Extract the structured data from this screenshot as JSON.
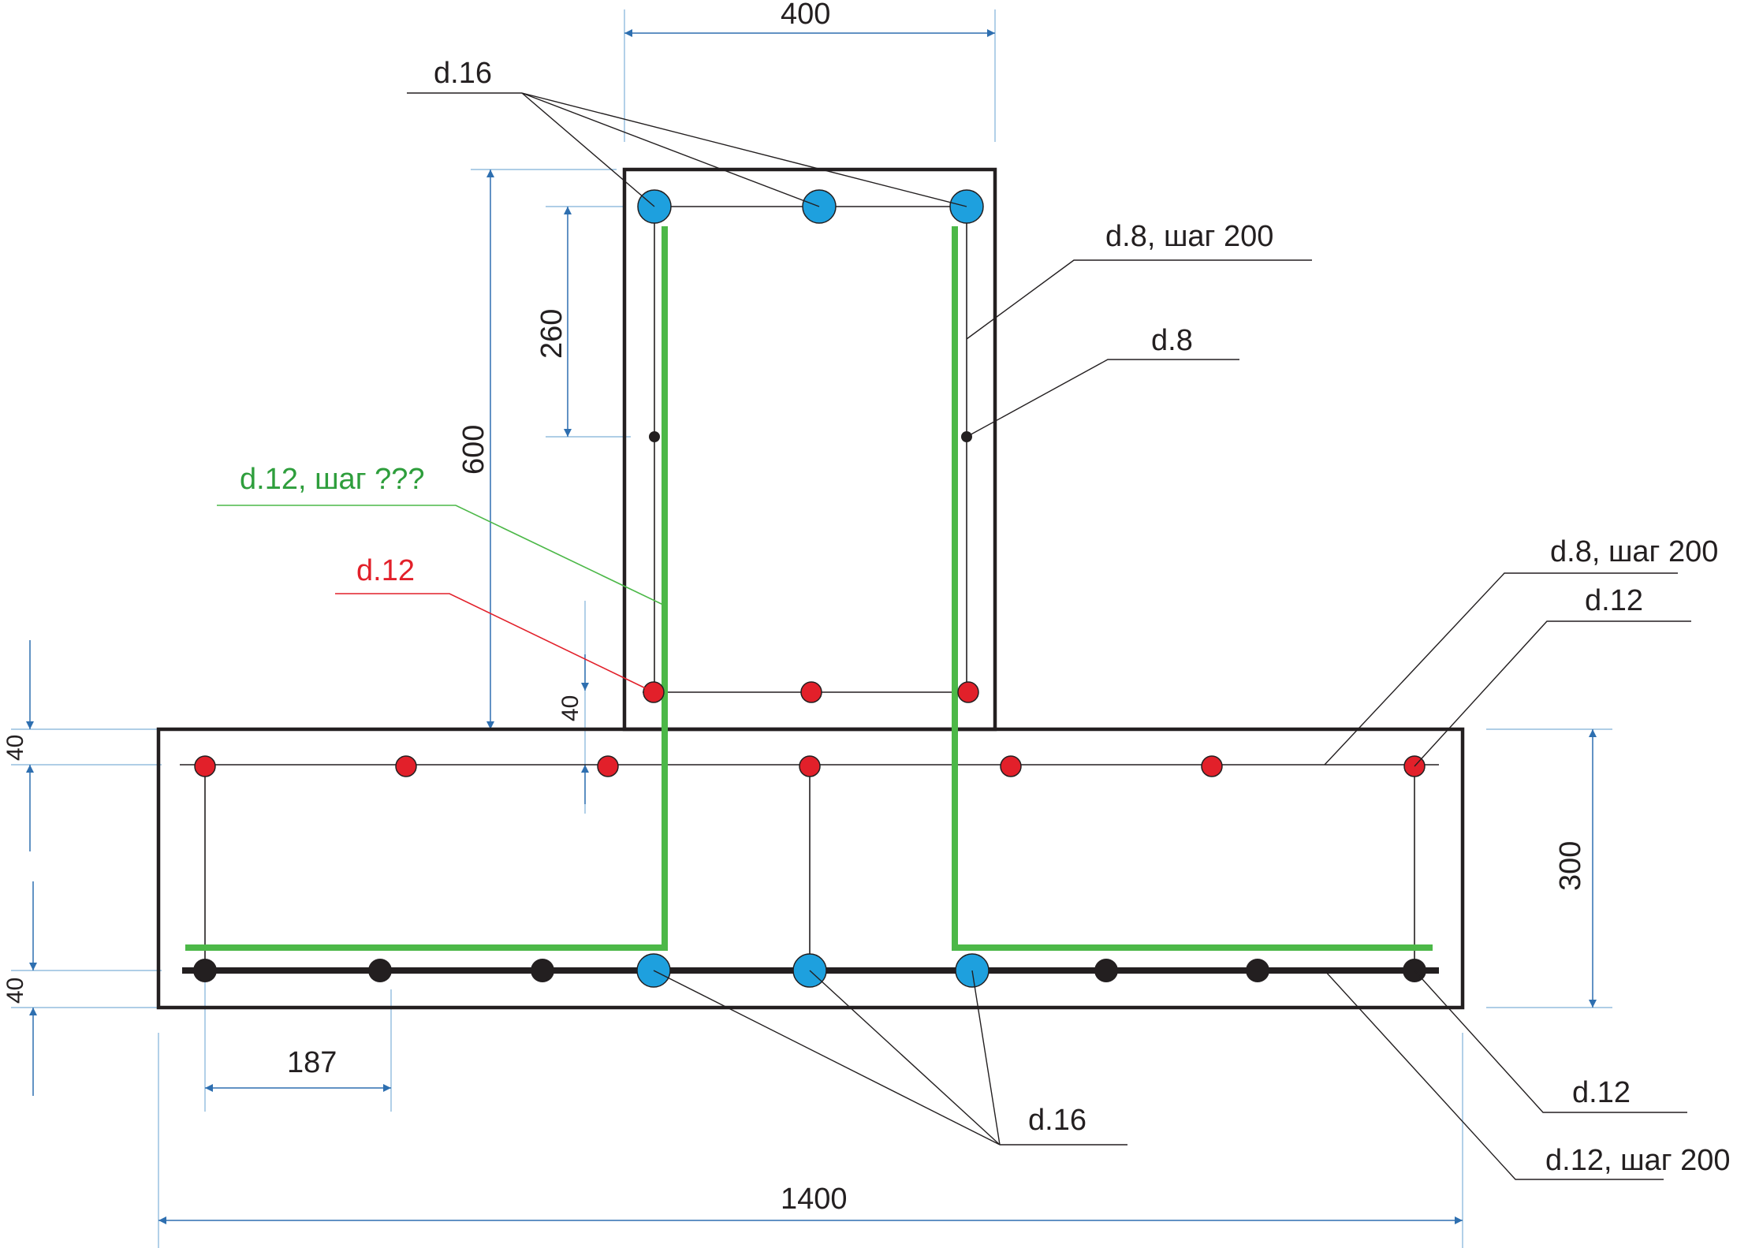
{
  "dimensions": {
    "column_width": "400",
    "column_height": "600",
    "stirrup_offset": "260",
    "base_width": "1400",
    "base_height": "300",
    "bar_spacing": "187",
    "cover_top": "40",
    "cover_bottom": "40",
    "cover_column": "40"
  },
  "callouts": {
    "top_bars": "d.16",
    "column_stirrup": "d.8, шаг 200",
    "column_side_bar": "d.8",
    "green_bar": "d.12, шаг ???",
    "column_bottom_bars": "d.12",
    "base_stirrup": "d.8, шаг 200",
    "base_top_bars": "d.12",
    "bottom_large_bars": "d.16",
    "bottom_small_bars": "d.12",
    "bottom_distribution": "d.12, шаг 200"
  },
  "colors": {
    "outline": "#231f20",
    "dimension": "#2e6fb0",
    "extension": "#7fb0d8",
    "green_rebar": "#4cb848",
    "red_rebar": "#e2202a",
    "blue_rebar": "#1ea0de",
    "black_rebar": "#231f20"
  }
}
